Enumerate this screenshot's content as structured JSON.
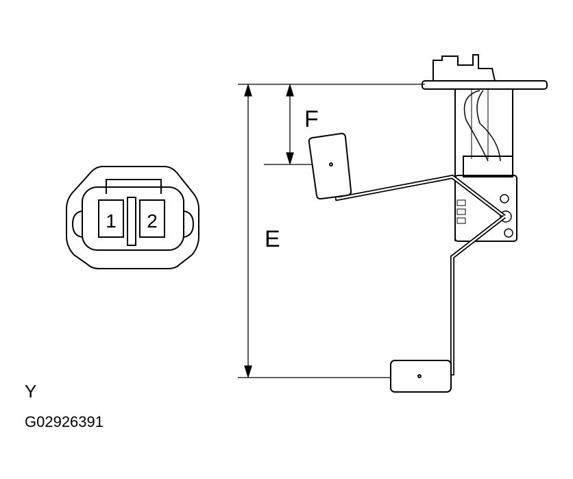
{
  "diagram": {
    "connector_pins": [
      "1",
      "2"
    ],
    "dimension_labels": {
      "full_travel": "E",
      "upper_offset": "F"
    },
    "view_label": "Y",
    "figure_id": "G02926391"
  }
}
